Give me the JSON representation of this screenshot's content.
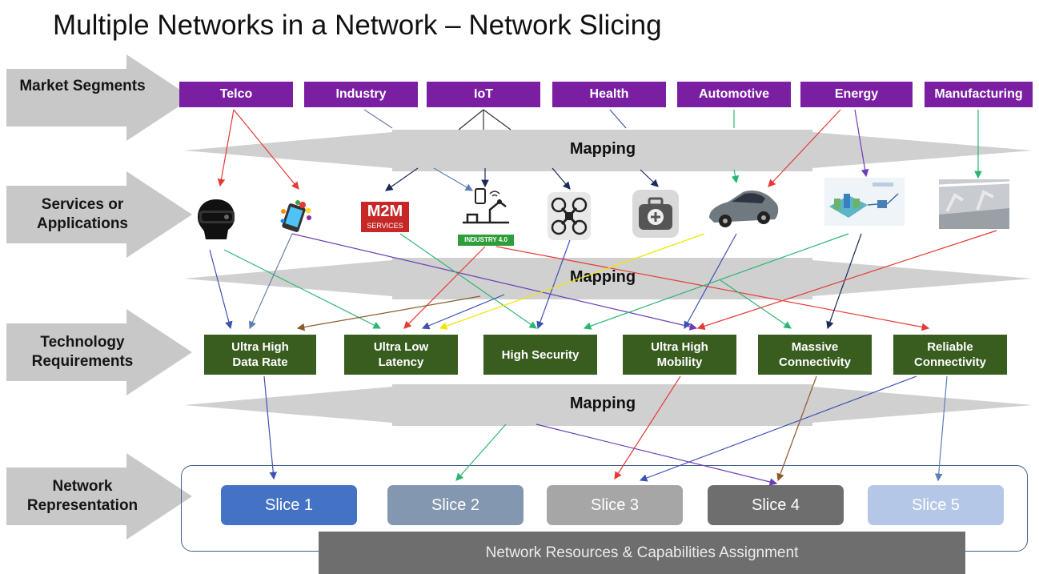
{
  "title": "Multiple Networks in a Network – Network Slicing",
  "lanes": [
    {
      "label": "Market Segments"
    },
    {
      "label": "Services or Applications"
    },
    {
      "label": "Technology Requirements"
    },
    {
      "label": "Network Representation"
    }
  ],
  "segments": [
    "Telco",
    "Industry",
    "IoT",
    "Health",
    "Automotive",
    "Energy",
    "Manufacturing"
  ],
  "mapping_label": "Mapping",
  "services": [
    {
      "icon": "vr-headset-icon"
    },
    {
      "icon": "smartphone-apps-icon"
    },
    {
      "icon": "m2m-services-icon",
      "text_main": "M2M",
      "text_sub": "SERVICES"
    },
    {
      "icon": "industry-4-0-icon",
      "text_sub": "INDUSTRY 4.0"
    },
    {
      "icon": "drone-icon"
    },
    {
      "icon": "medical-kit-icon"
    },
    {
      "icon": "car-icon"
    },
    {
      "icon": "smart-grid-icon"
    },
    {
      "icon": "factory-robots-icon"
    }
  ],
  "requirements": [
    {
      "line1": "Ultra High",
      "line2": "Data Rate"
    },
    {
      "line1": "Ultra Low",
      "line2": "Latency"
    },
    {
      "line1": "High Security",
      "line2": ""
    },
    {
      "line1": "Ultra High",
      "line2": "Mobility"
    },
    {
      "line1": "Massive",
      "line2": "Connectivity"
    },
    {
      "line1": "Reliable",
      "line2": "Connectivity"
    }
  ],
  "slices": [
    {
      "label": "Slice 1",
      "color": "#4472c4"
    },
    {
      "label": "Slice 2",
      "color": "#8497b0"
    },
    {
      "label": "Slice 3",
      "color": "#a6a6a6"
    },
    {
      "label": "Slice 4",
      "color": "#6e6e6e"
    },
    {
      "label": "Slice 5",
      "color": "#b4c7e7"
    }
  ],
  "resources_bar": "Network Resources & Capabilities Assignment",
  "colors": {
    "segment": "#7b1fa2",
    "requirement": "#385d1f",
    "lane_arrow": "#c8c8c8",
    "mapping_band": "#d0d0d0"
  }
}
